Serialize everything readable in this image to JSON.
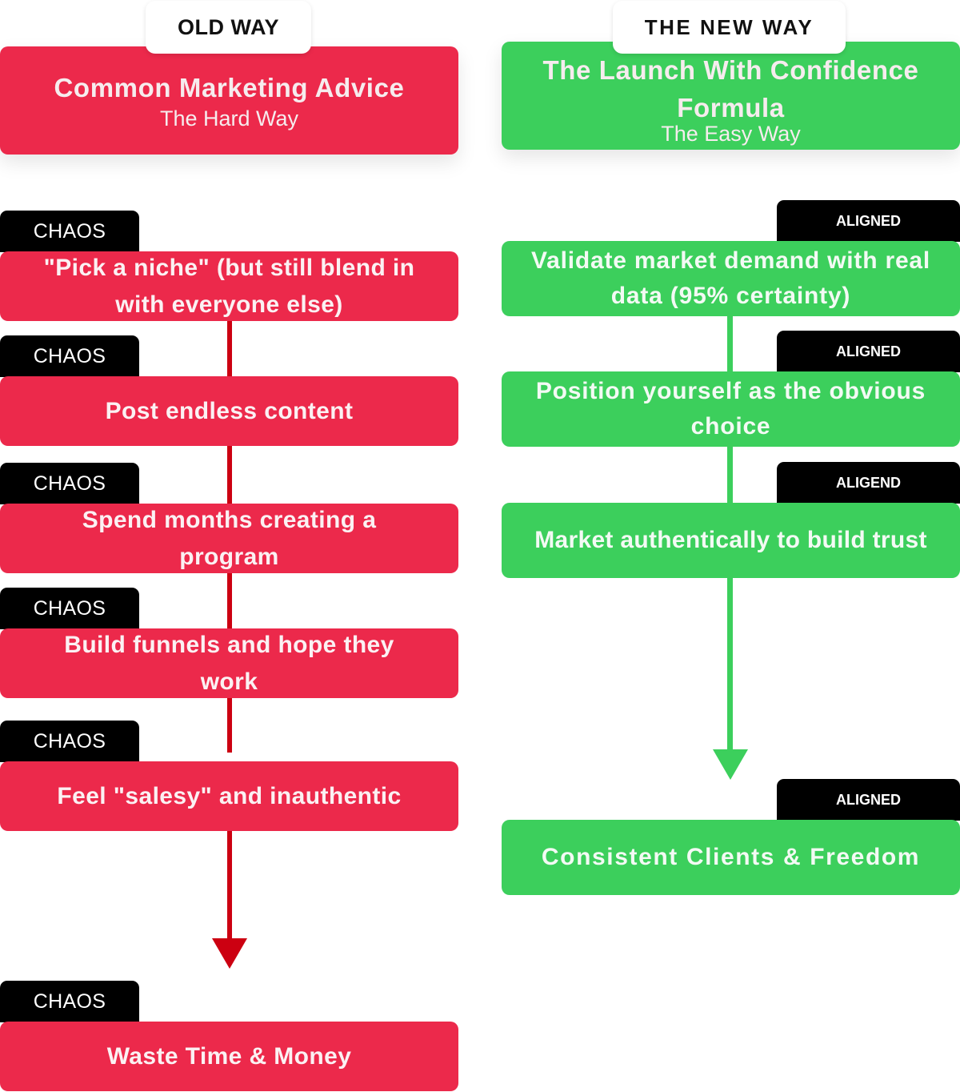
{
  "old_way": {
    "tab_label": "OLD WAY",
    "title": "Common Marketing Advice",
    "subtitle": "The Hard Way",
    "color": "#ec294b",
    "tag_label": "CHAOS",
    "steps": [
      {
        "tag": "CHAOS",
        "text": "\"Pick a niche\" (but still blend in with everyone else)"
      },
      {
        "tag": "CHAOS",
        "text": "Post endless content"
      },
      {
        "tag": "CHAOS",
        "text": "Spend months creating a program"
      },
      {
        "tag": "CHAOS",
        "text": "Build funnels and hope they work"
      },
      {
        "tag": "CHAOS",
        "text": "Feel \"salesy\" and inauthentic"
      }
    ],
    "outcome": {
      "tag": "CHAOS",
      "text": "Waste Time & Money"
    }
  },
  "new_way": {
    "tab_label": "THE NEW WAY",
    "title": "The Launch With Confidence Formula",
    "subtitle": "The Easy Way",
    "color": "#3ccf5c",
    "steps": [
      {
        "tag": "ALIGNED",
        "text": "Validate market demand with real data (95% certainty)"
      },
      {
        "tag": "ALIGNED",
        "text": "Position yourself as the obvious choice"
      },
      {
        "tag": "ALIGEND",
        "text": "Market authentically to build trust"
      }
    ],
    "outcome": {
      "tag": "ALIGNED",
      "text": "Consistent Clients & Freedom"
    }
  },
  "icons": {
    "old_arrow": "arrow-down-red",
    "new_arrow": "arrow-down-green"
  }
}
